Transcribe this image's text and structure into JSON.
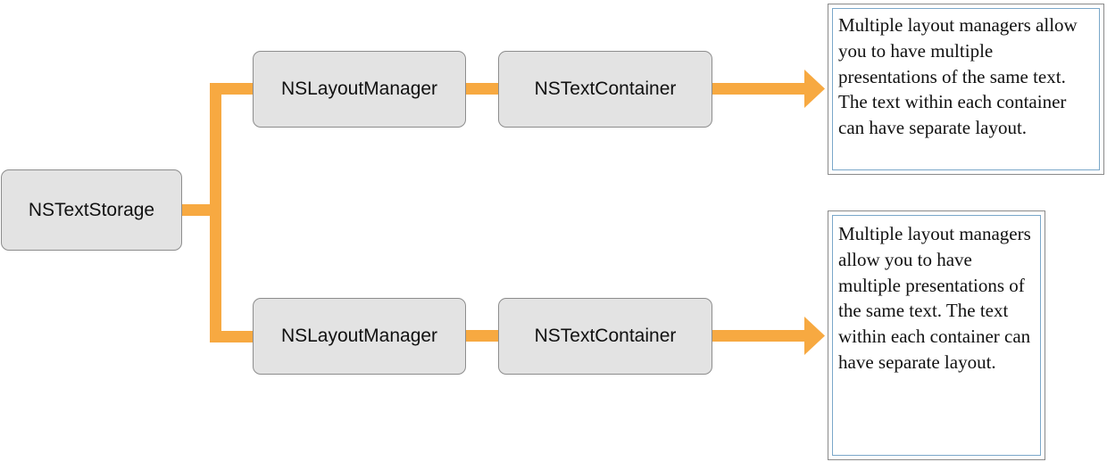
{
  "diagram": {
    "nodes": {
      "text_storage": "NSTextStorage",
      "layout_manager_top": "NSLayoutManager",
      "text_container_top": "NSTextContainer",
      "layout_manager_bottom": "NSLayoutManager",
      "text_container_bottom": "NSTextContainer"
    },
    "notes": {
      "top": "Multiple layout managers allow you to have multiple presentations of the same text. The text within each container can have separate layout.",
      "bottom": "Multiple layout managers allow you to have multiple presentations of the same text. The text within each container can have separate layout."
    },
    "colors": {
      "connector": "#f7a941",
      "box_fill": "#e3e3e3",
      "box_border": "#8d8d8d",
      "note_inner_border": "#7aa7c9"
    }
  }
}
